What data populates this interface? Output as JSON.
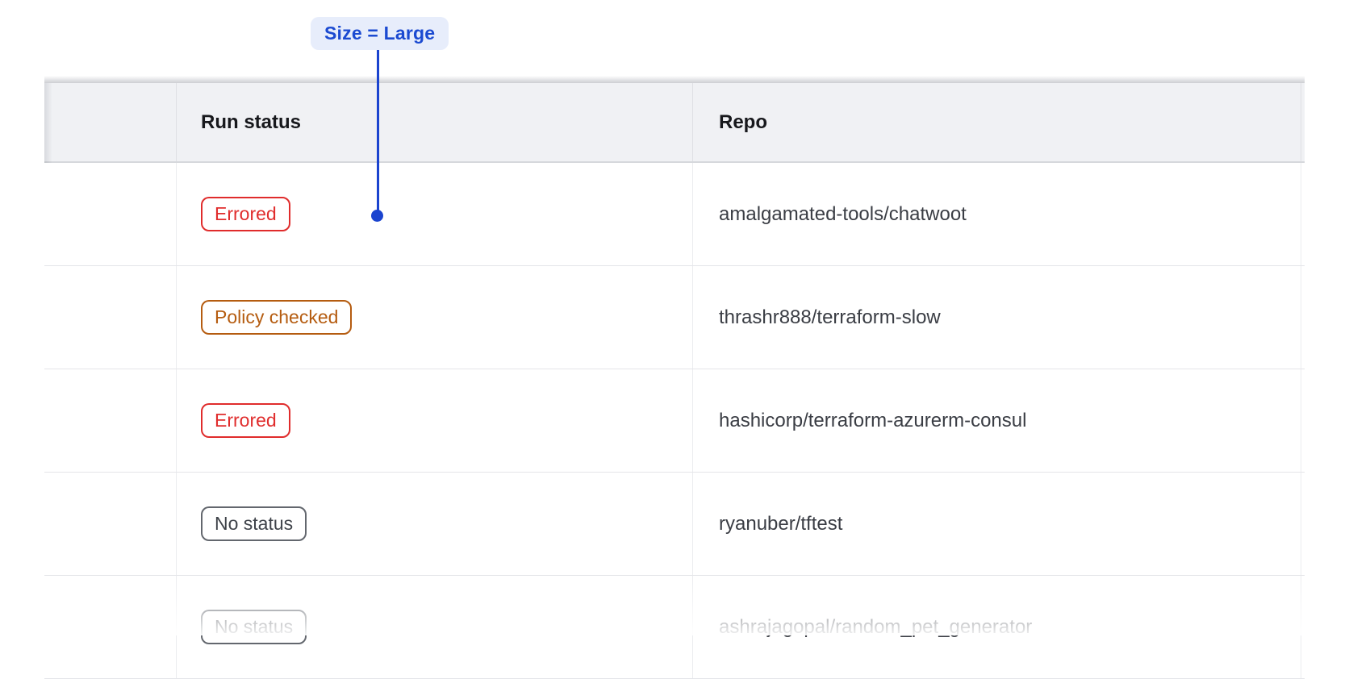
{
  "annotation": {
    "label": "Size = Large",
    "text_color": "#1b4ad1",
    "background": "#e7edfb",
    "line_color": "#1b44cf"
  },
  "table": {
    "header": {
      "run_status": "Run status",
      "repo": "Repo"
    },
    "rows": [
      {
        "status": "Errored",
        "variant": "errored",
        "repo": "amalgamated-tools/chatwoot"
      },
      {
        "status": "Policy checked",
        "variant": "policy_checked",
        "repo": "thrashr888/terraform-slow"
      },
      {
        "status": "Errored",
        "variant": "errored",
        "repo": "hashicorp/terraform-azurerm-consul"
      },
      {
        "status": "No status",
        "variant": "no_status",
        "repo": "ryanuber/tftest"
      },
      {
        "status": "No status",
        "variant": "no_status",
        "repo": "ashrajagopal/random_pet_generator",
        "faded": true
      }
    ],
    "status_variants": {
      "errored": {
        "text": "#e02c2c",
        "border": "#e02c2c"
      },
      "policy_checked": {
        "text": "#b55c10",
        "border": "#b55c10"
      },
      "no_status": {
        "text": "#3f434a",
        "border": "#63676e"
      }
    },
    "header_background": "#f0f1f4",
    "row_border_color": "#e4e5e9"
  }
}
